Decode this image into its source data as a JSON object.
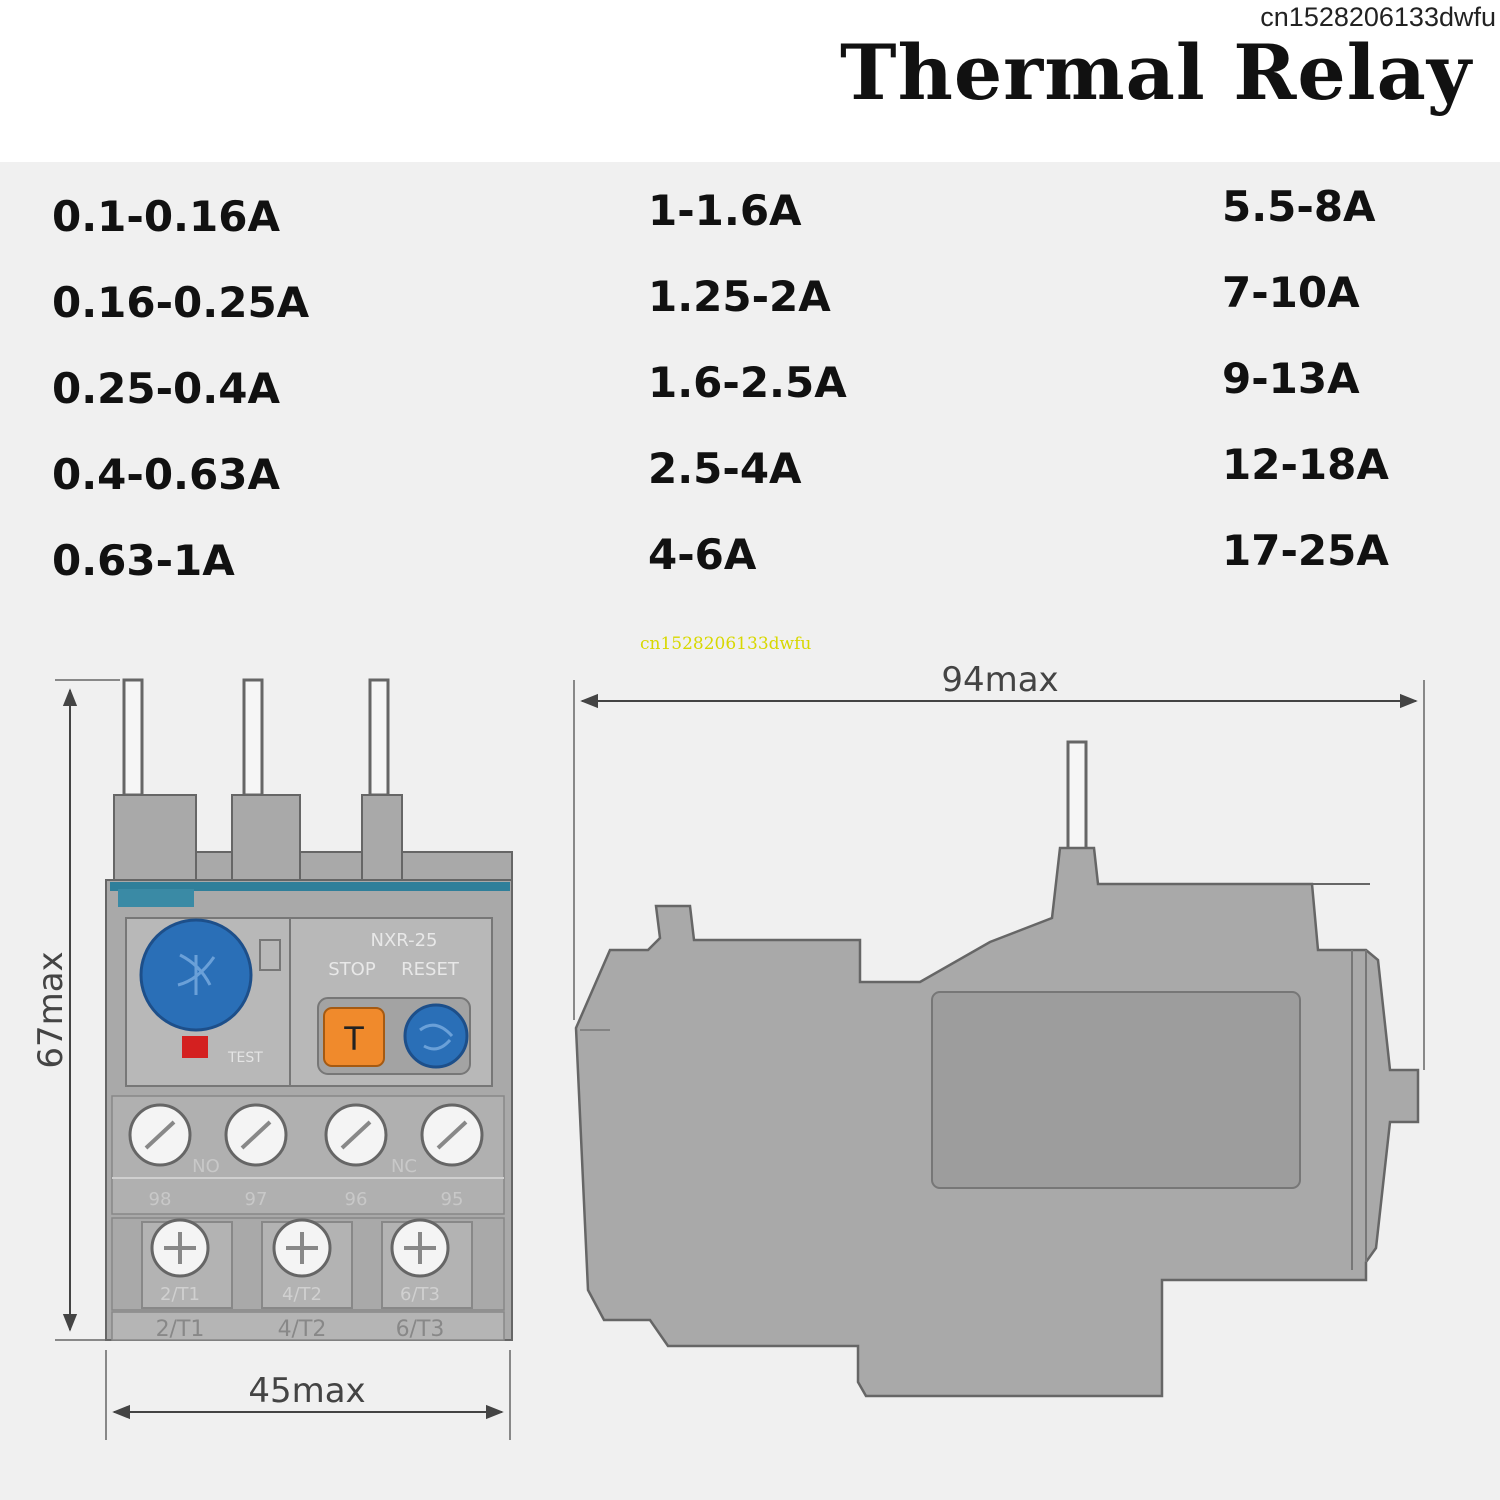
{
  "watermark": "cn1528206133dwfu",
  "title": "Thermal Relay",
  "current_ranges": {
    "col1": [
      "0.1-0.16A",
      "0.16-0.25A",
      "0.25-0.4A",
      "0.4-0.63A",
      "0.63-1A"
    ],
    "col2": [
      "1-1.6A",
      "1.25-2A",
      "1.6-2.5A",
      "2.5-4A",
      "4-6A"
    ],
    "col3": [
      "5.5-8A",
      "7-10A",
      "9-13A",
      "12-18A",
      "17-25A"
    ]
  },
  "mid_watermark": "cn1528206133dwfu",
  "dimensions": {
    "height": "67max",
    "width_front": "45max",
    "depth_side": "94max"
  },
  "relay_labels": {
    "model": "NXR-25",
    "stop": "STOP",
    "reset": "RESET",
    "test": "TEST",
    "test_button": "T",
    "aux_no": "NO",
    "aux_nc": "NC",
    "aux_terminals": [
      "98",
      "97",
      "96",
      "95"
    ],
    "main_terminals": [
      "2/T1",
      "4/T2",
      "6/T3"
    ]
  },
  "colors": {
    "body_gray": "#a9a9a9",
    "dial_blue": "#2a6fb7",
    "test_orange": "#f08a2c",
    "accent_teal": "#2f7f9a",
    "indicator_red": "#d42020"
  }
}
